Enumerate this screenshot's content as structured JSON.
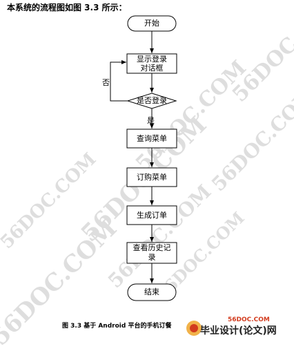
{
  "intro": "本系统的流程图如图 3.3 所示：",
  "watermark_text": "56DOC.COM",
  "nodes": {
    "start": "开始",
    "login_dialog_line1": "显示登录",
    "login_dialog_line2": "对话框",
    "decision": "是否登录",
    "query_menu": "查询菜单",
    "order_menu": "订购菜单",
    "create_order": "生成订单",
    "history_line1": "查看历史记",
    "history_line2": "录",
    "end": "结束"
  },
  "edges": {
    "no": "否",
    "yes": "是"
  },
  "caption": "图 3.3  基于 Android 平台的手机订餐",
  "logo": {
    "site": "56DOC.COM",
    "name": "毕业设计(论文)网",
    "accent_color": "#d23b1e"
  }
}
